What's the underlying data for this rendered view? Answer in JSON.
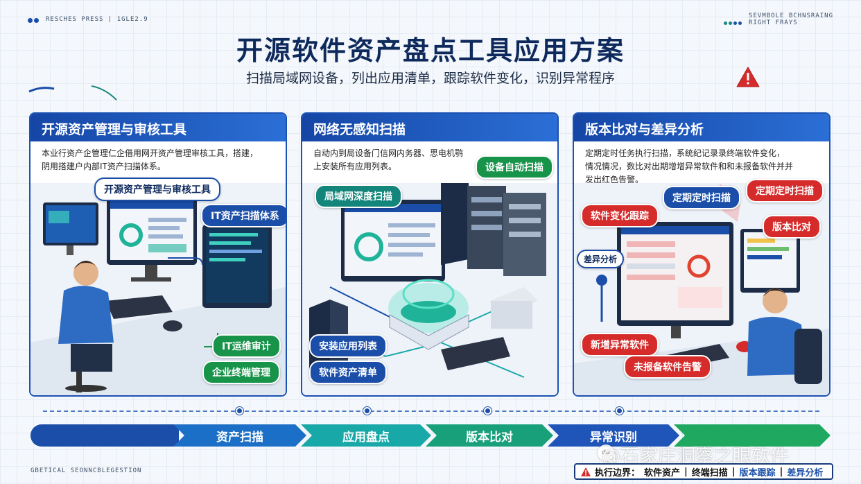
{
  "header": {
    "top_left_caption": "RESCHES PRESS | 1GLE2.9",
    "top_right_caption_1": "SEVMBOLE BCHNSRAING",
    "top_right_caption_2": "RIGHT FRAYS",
    "title": "开源软件资产盘点工具应用方案",
    "subtitle": "扫描局域网设备，列出应用清单，跟踪软件变化，识别异常程序",
    "warning_icon": "warning-triangle-icon"
  },
  "panels": [
    {
      "title": "开源资产管理与审核工具",
      "desc": "本业行资产企管理仁企借用网开资产管理审核工具，搭建，\n阴用搭建户内部IT资产扫描体系。",
      "tags": [
        "开源资产管理与审核工具",
        "IT资产扫描体系",
        "IT运维审计",
        "企业终端管理"
      ]
    },
    {
      "title": "网络无感知扫描",
      "desc": "自动内到局设备门信网内务器、思电机鹗\n上安装所有应用列表。",
      "tags": [
        "设备自动扫描",
        "局域网深度扫描",
        "安装应用列表",
        "软件资产清单"
      ]
    },
    {
      "title": "版本比对与差异分析",
      "desc": "定期定时任务执行扫描，系统纪记录录终端软件变化，\n情况情况，数比对出期增增异常软件和和未报备软件并并\n发出红色告警。",
      "tags": [
        "定期定时扫描",
        "定期定时扫描",
        "软件变化跟踪",
        "版本比对",
        "差异分析",
        "新增异常软件",
        "未报备软件告警"
      ]
    }
  ],
  "flow": {
    "steps": [
      "资产扫描",
      "应用盘点",
      "版本比对",
      "异常识别"
    ],
    "colors": [
      "#1a4ea8",
      "#1b6fc6",
      "#18a8a8",
      "#17a07a",
      "#1f55b8",
      "#1fa860"
    ]
  },
  "footer": {
    "left_caption": "GBETICAL SEONNCBLEGESTION",
    "watermark": "@石家庄洞察之眼软件",
    "boundary_label": "执行边界：",
    "boundary_items": [
      "软件资产",
      "终端扫描",
      "版本跟踪",
      "差异分析"
    ]
  }
}
